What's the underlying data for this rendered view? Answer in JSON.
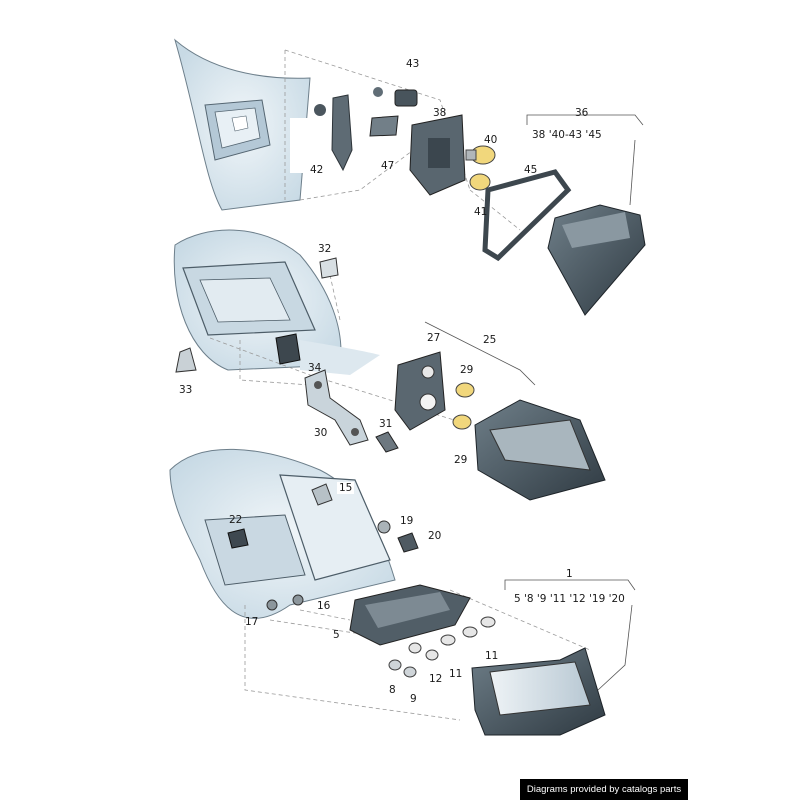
{
  "diagram": {
    "callouts": {
      "c1": "1",
      "c1_sub": "5 '8 '9 '11 '12 '19 '20",
      "c5": "5",
      "c8": "8",
      "c9": "9",
      "c11a": "11",
      "c11b": "11",
      "c12": "12",
      "c15": "15",
      "c16": "16",
      "c17": "17",
      "c19": "19",
      "c20": "20",
      "c22": "22",
      "c25": "25",
      "c27": "27",
      "c29a": "29",
      "c29b": "29",
      "c30": "30",
      "c31": "31",
      "c32": "32",
      "c33": "33",
      "c34": "34",
      "c36": "36",
      "c36_sub": "38 '40-43  '45",
      "c38": "38",
      "c40": "40",
      "c41": "41",
      "c42": "42",
      "c43": "43",
      "c45": "45",
      "c47": "47"
    },
    "credit": "Diagrams provided by catalogs parts"
  },
  "colors": {
    "body_fill": "#d9e6ee",
    "body_shade": "#b9cfdc",
    "lamp_dark": "#3d4b55",
    "lamp_red": "#c5d3dc",
    "line": "#3a3a3a",
    "dash": "#8a8a8a"
  }
}
